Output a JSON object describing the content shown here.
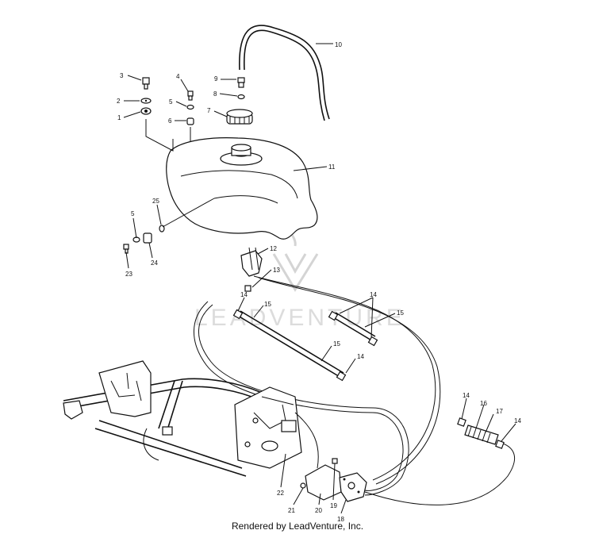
{
  "watermark": {
    "brand": "LEADVENTURE"
  },
  "footer": {
    "credit": "Rendered by LeadVenture, Inc."
  },
  "callouts": {
    "c1": "1",
    "c2": "2",
    "c3": "3",
    "c4": "4",
    "c5a": "5",
    "c6": "6",
    "c7": "7",
    "c8": "8",
    "c9": "9",
    "c10": "10",
    "c11": "11",
    "c12": "12",
    "c13": "13",
    "c14a": "14",
    "c15a": "15",
    "c14b": "14",
    "c15b": "15",
    "c15c": "15",
    "c14c": "14",
    "c14d": "14",
    "c16": "16",
    "c17": "17",
    "c14e": "14",
    "c5b": "5",
    "c25": "25",
    "c23": "23",
    "c24": "24",
    "c22": "22",
    "c21": "21",
    "c20": "20",
    "c19": "19",
    "c18": "18"
  }
}
